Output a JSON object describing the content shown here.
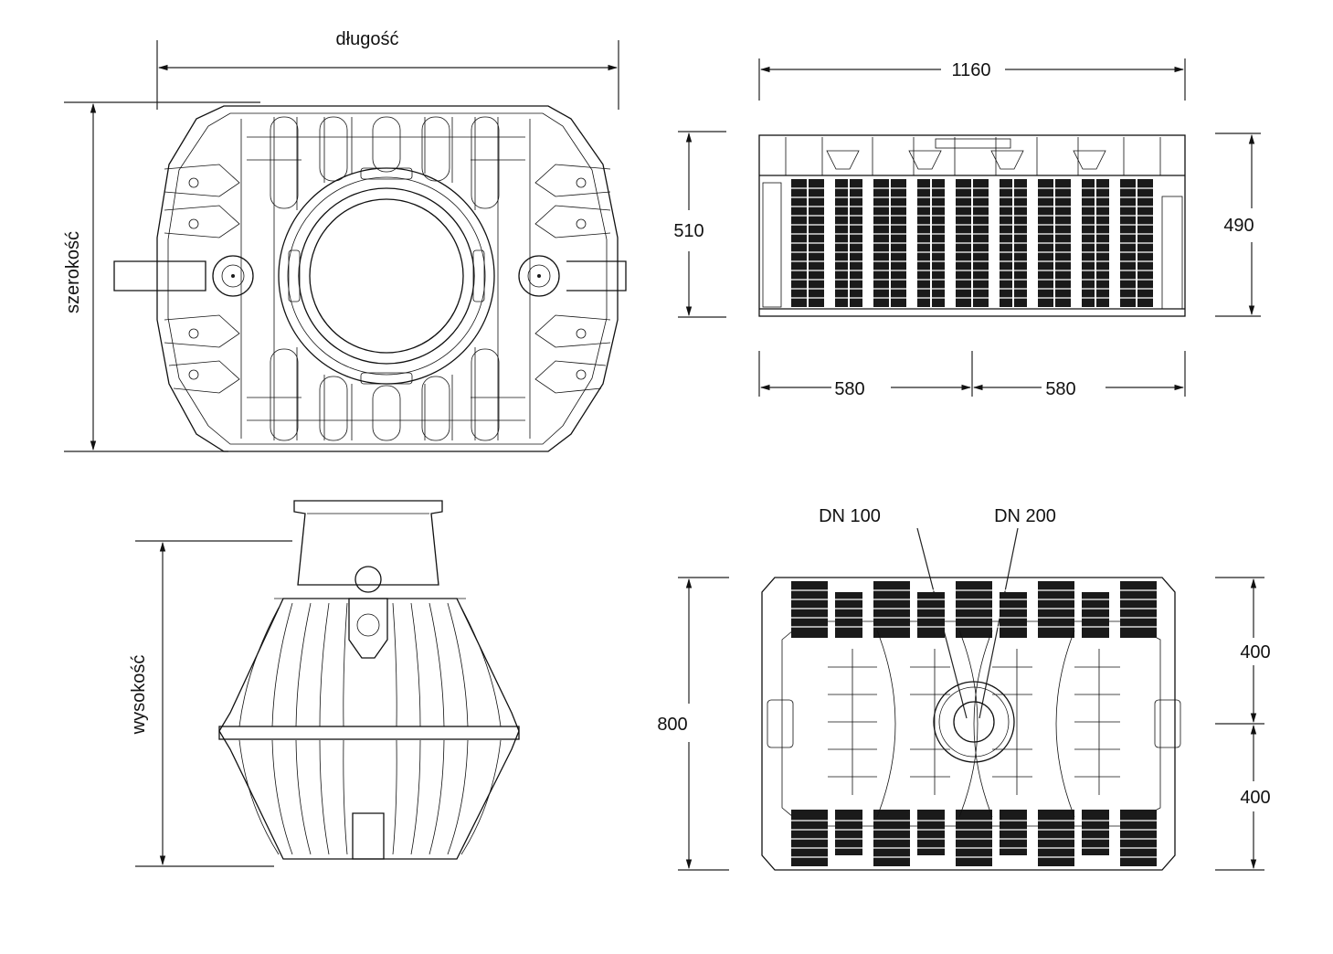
{
  "labels": {
    "length": "długość",
    "width": "szerokość",
    "height": "wysokość",
    "dim_1160": "1160",
    "dim_510": "510",
    "dim_490": "490",
    "dim_580_left": "580",
    "dim_580_right": "580",
    "dim_800": "800",
    "dim_400_top": "400",
    "dim_400_bottom": "400",
    "dn_100": "DN 100",
    "dn_200": "DN 200"
  }
}
